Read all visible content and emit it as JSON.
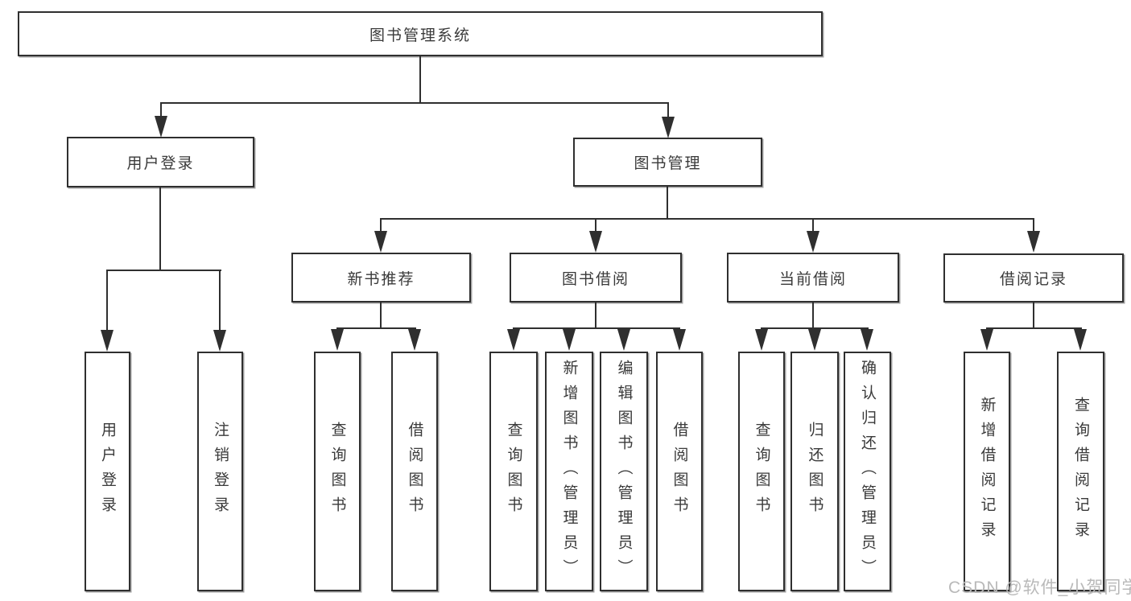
{
  "diagram": {
    "type": "function-structure-tree",
    "title": "图书管理系统",
    "nodes": {
      "root": {
        "label": "图书管理系统"
      },
      "user_login": {
        "label": "用户登录"
      },
      "book_mgmt": {
        "label": "图书管理"
      },
      "new_book_rec": {
        "label": "新书推荐"
      },
      "book_borrow": {
        "label": "图书借阅"
      },
      "current_borrow": {
        "label": "当前借阅"
      },
      "borrow_record": {
        "label": "借阅记录"
      },
      "login_leaf": {
        "label": "用户登录"
      },
      "logout_leaf": {
        "label": "注销登录"
      },
      "nb_query": {
        "label": "查询图书"
      },
      "nb_borrow": {
        "label": "借阅图书"
      },
      "bb_query": {
        "label": "查询图书"
      },
      "bb_add": {
        "label": "新增图书（管理员）"
      },
      "bb_edit": {
        "label": "编辑图书（管理员）"
      },
      "bb_borrow": {
        "label": "借阅图书"
      },
      "cb_query": {
        "label": "查询图书"
      },
      "cb_return": {
        "label": "归还图书"
      },
      "cb_confirm": {
        "label": "确认归还（管理员）"
      },
      "br_add": {
        "label": "新增借阅记录"
      },
      "br_query": {
        "label": "查询借阅记录"
      }
    },
    "hierarchy": {
      "图书管理系统": {
        "用户登录": [
          "用户登录",
          "注销登录"
        ],
        "图书管理": {
          "新书推荐": [
            "查询图书",
            "借阅图书"
          ],
          "图书借阅": [
            "查询图书",
            "新增图书（管理员）",
            "编辑图书（管理员）",
            "借阅图书"
          ],
          "当前借阅": [
            "查询图书",
            "归还图书",
            "确认归还（管理员）"
          ],
          "借阅记录": [
            "新增借阅记录",
            "查询借阅记录"
          ]
        }
      }
    },
    "colors": {
      "line": "#2f2f2f",
      "box_border": "#2f2f2f",
      "text": "#3a3a3a",
      "background": "#ffffff",
      "watermark": "#b9b9b9"
    }
  },
  "watermark": {
    "text": "CSDN @软件_小贺同学"
  }
}
